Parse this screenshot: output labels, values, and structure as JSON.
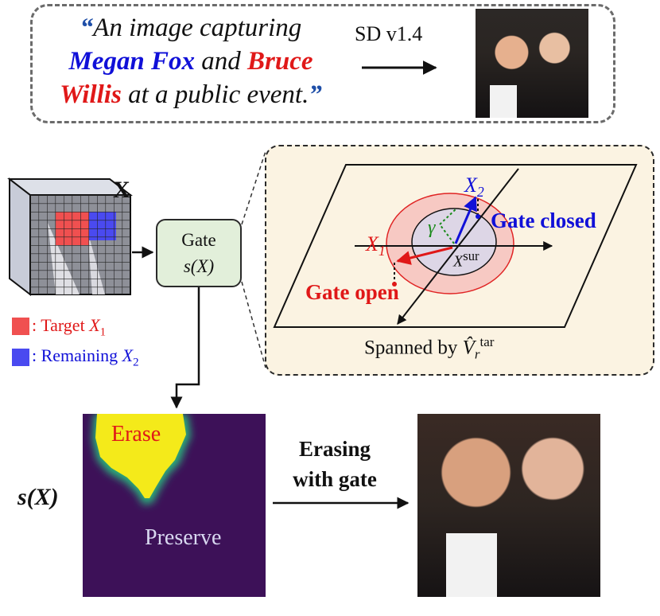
{
  "prompt": {
    "open_quote": "“",
    "part1": "An image capturing",
    "name1": "Megan Fox",
    "part2": " and ",
    "name2a": "Bruce",
    "name2b": "Willis",
    "part3": " at a public event.",
    "close_quote": "”"
  },
  "model_label": "SD v1.4",
  "input_label": "X",
  "gate": {
    "title": "Gate",
    "formula": "s(X)"
  },
  "legend": [
    {
      "text": ": Target ",
      "symbol": "X",
      "sub": "1",
      "color": "#f05050"
    },
    {
      "text": ": Remaining ",
      "symbol": "X",
      "sub": "2",
      "color": "#4a4af0"
    }
  ],
  "inset": {
    "x1": "X",
    "x1_sub": "1",
    "x2": "X",
    "x2_sub": "2",
    "gamma": "γ",
    "xsur": "X",
    "xsur_sup": "sur",
    "gate_closed": "Gate closed",
    "gate_open": "Gate open",
    "span_text": "Spanned by ",
    "span_symbol": "V̂",
    "span_sub": "r",
    "span_sup": "tar"
  },
  "heatmap": {
    "erase_label": "Erase",
    "preserve_label": "Preserve",
    "sx_label": "s(X)"
  },
  "erasing_label": "Erasing with gate",
  "colors": {
    "target": "#f05050",
    "remaining": "#4a4af0",
    "gate_fill": "#e2efda",
    "inset_fill": "#fbf3e2",
    "outer_ellipse": "#f7c9c3",
    "inner_ellipse": "#ddd6e6",
    "heat_background": "#3d1158",
    "heat_erase": "#f4ea1a"
  }
}
